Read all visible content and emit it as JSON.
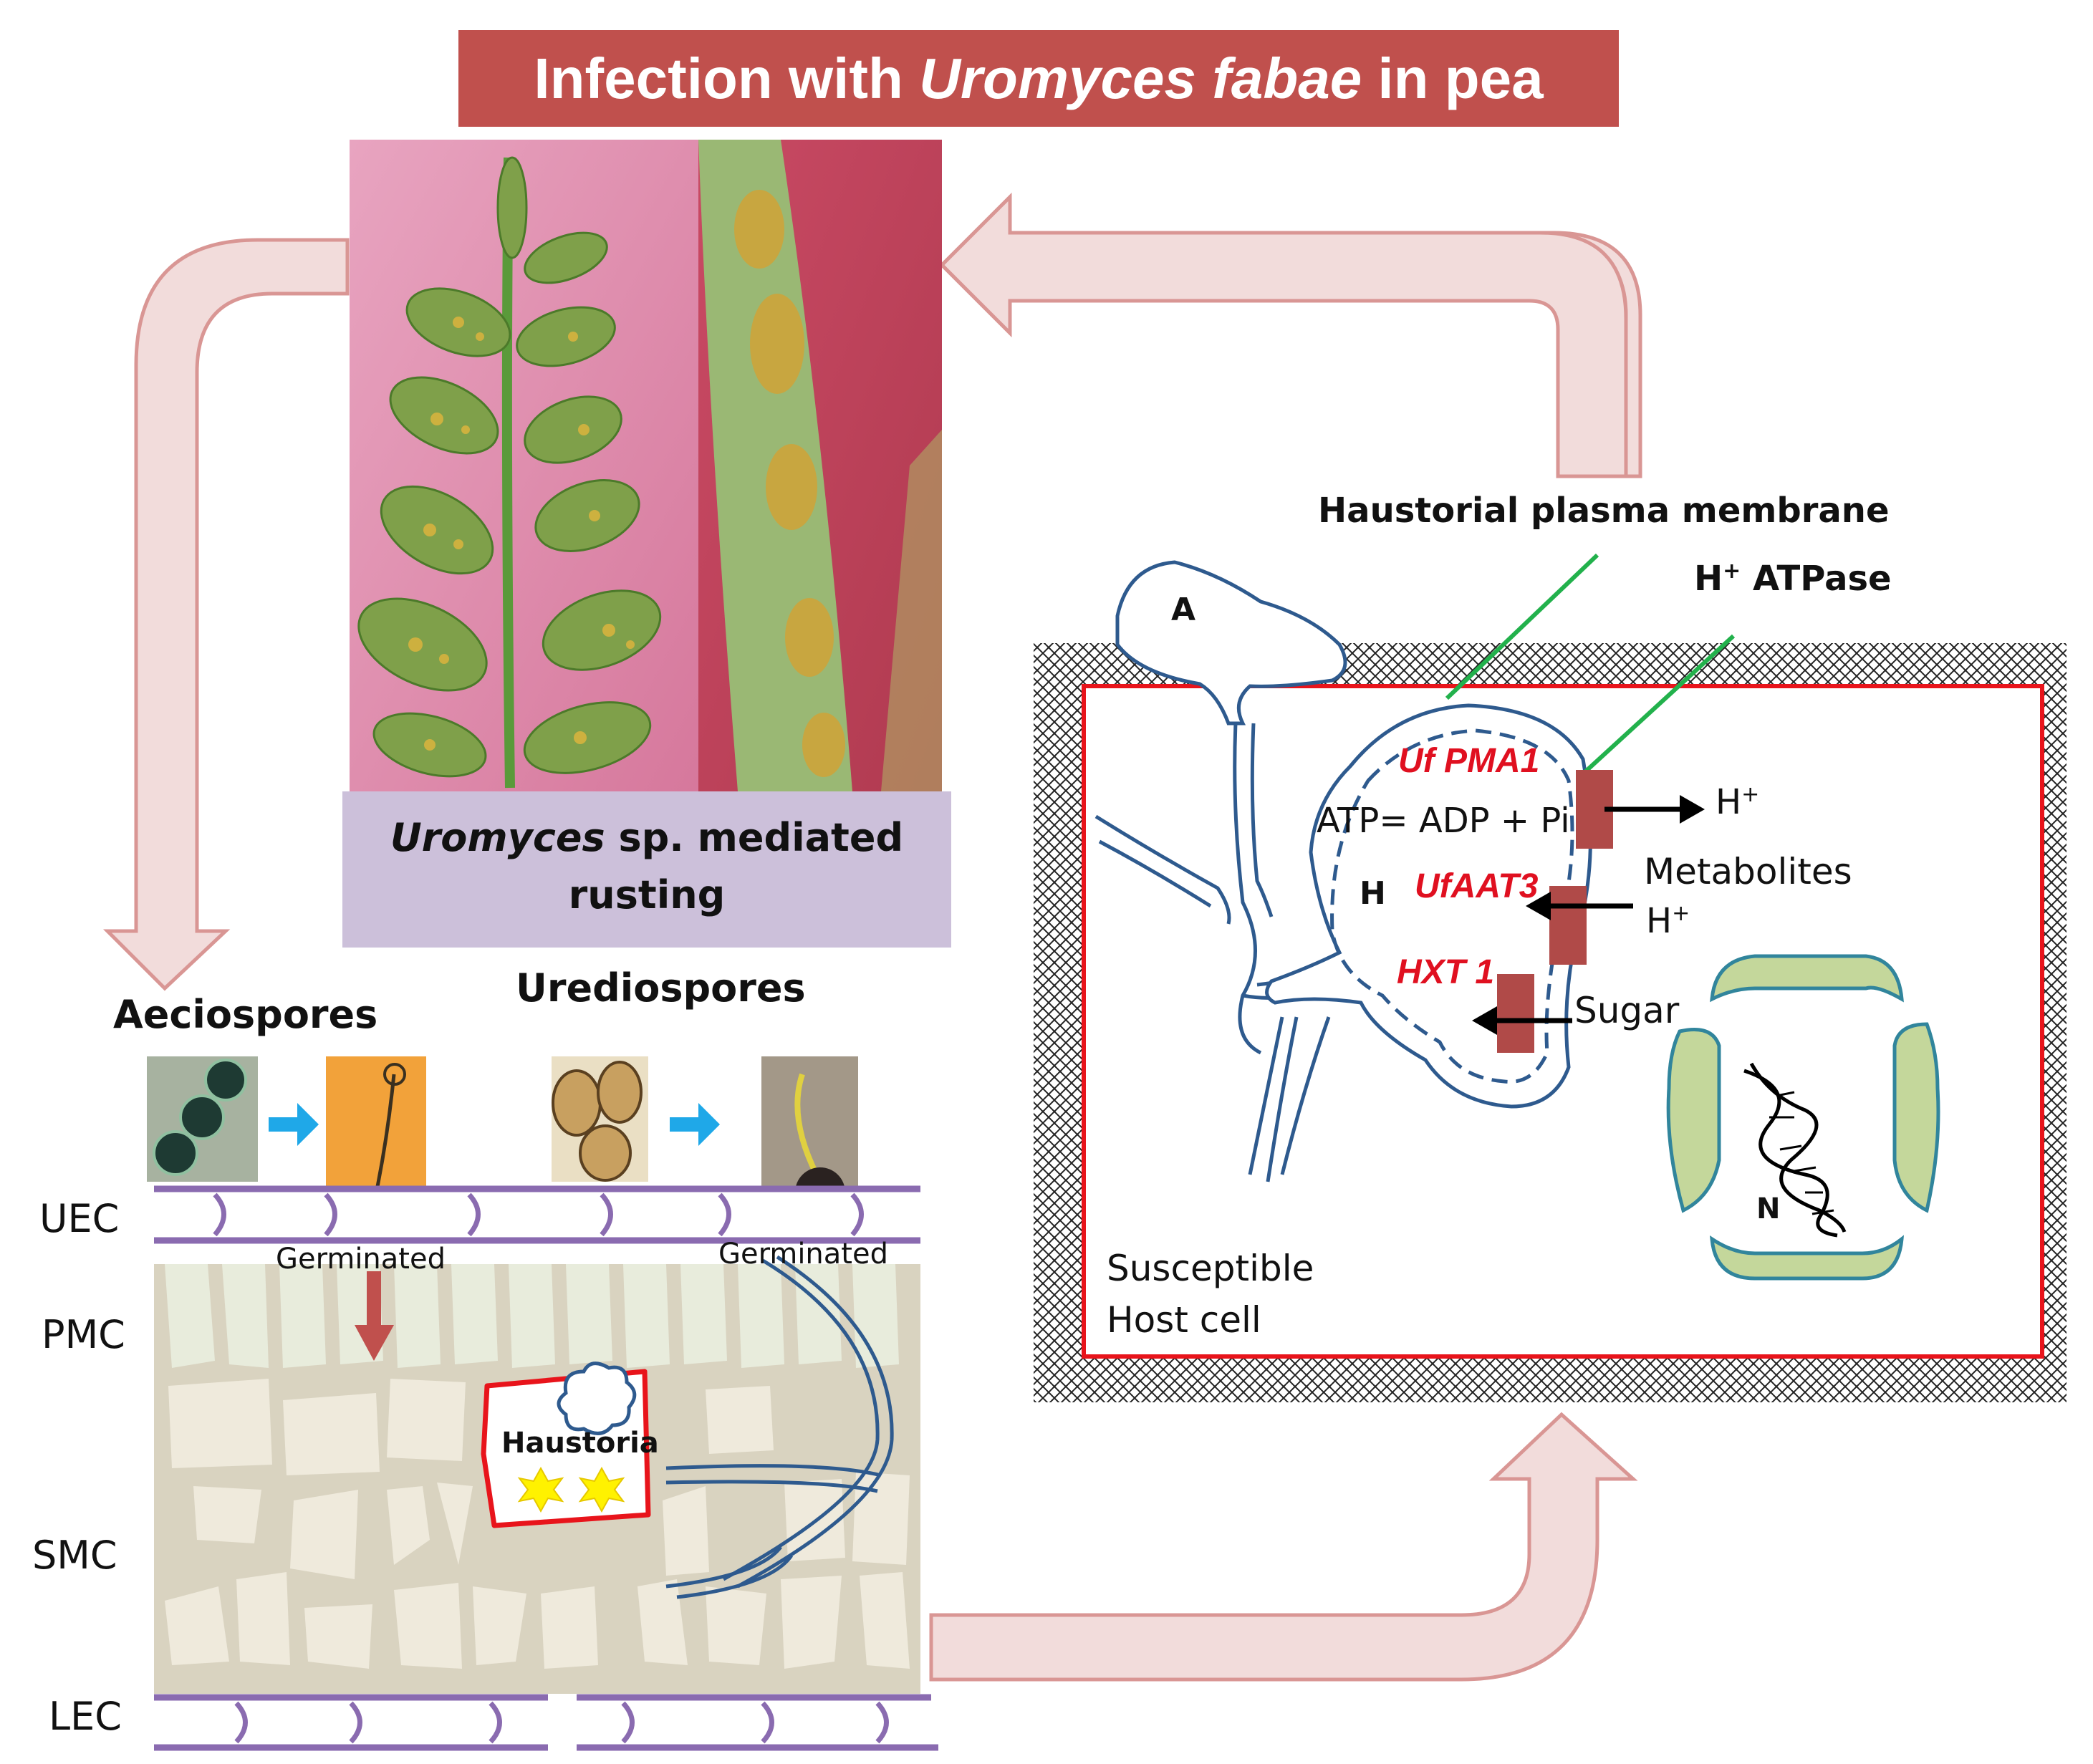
{
  "title": {
    "prefix": "Infection with ",
    "species": "Uromyces fabae",
    "suffix": " in pea"
  },
  "caption": {
    "genus": "Uromyces",
    "rest_line1": " sp. mediated",
    "line2": "rusting"
  },
  "spores": {
    "aeciospores": "Aeciospores",
    "urediospores": "Urediospores",
    "germinated_left": "Germinated",
    "germinated_right": "Germinated"
  },
  "layers": {
    "uec": "UEC",
    "pmc": "PMC",
    "smc": "SMC",
    "lec": "LEC",
    "haustoria": "Haustoria"
  },
  "cell": {
    "haustorial_membrane": "Haustorial plasma membrane",
    "atpase_h": "H",
    "atpase_sup": "+",
    "atpase_rest": " ATPase",
    "a": "A",
    "h": "H",
    "n": "N",
    "uf_pma1": "Uf PMA1",
    "ufaat3": "UfAAT3",
    "hxt1": "HXT 1",
    "atp_eq": "ATP= ADP + Pi",
    "h_out": "H",
    "h_out_sup": "+",
    "metabolites": "Metabolites",
    "h_in": "H",
    "h_in_sup": "+",
    "sugar": "Sugar",
    "susceptible_l1": "Susceptible",
    "susceptible_l2": "Host cell"
  },
  "colors": {
    "title_bar": "#c0504d",
    "arrow_fill": "#f2dcdb",
    "arrow_stroke": "#d99694",
    "caption_bg": "#ccc0da",
    "cell_border": "#e8141b",
    "fungus": "#2e5a8e",
    "transporter": "#b04a48",
    "layer_line": "#8a6bb0",
    "mesophyll_bg": "#d9d3c0",
    "nucleus_fill": "#c4d79b",
    "nucleus_stroke": "#31859c",
    "spore_arrow": "#1fa8e8",
    "membrane_line": "#22b14c",
    "star": "#fff200"
  }
}
